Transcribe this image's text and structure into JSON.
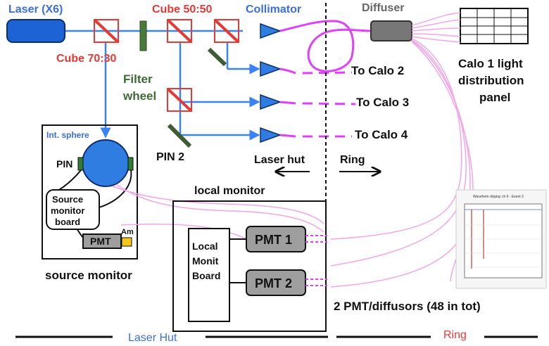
{
  "labels": {
    "laser": "Laser (X6)",
    "cube_70_30": "Cube 70:30",
    "cube_50_50": "Cube 50:50",
    "collimator": "Collimator",
    "diffuser": "Diffuser",
    "filter_line1": "Filter",
    "filter_line2": "wheel",
    "calo1_line1": "Calo 1 light",
    "calo1_line2": "distribution",
    "calo1_line3": "panel",
    "to_calo2": "To Calo 2",
    "to_calo3": "To Calo 3",
    "to_calo4": "To Calo 4",
    "int_sphere": "Int. sphere",
    "pin": "PIN",
    "pin2": "PIN 2",
    "laser_hut": "Laser hut",
    "ring": "Ring",
    "local_monitor": "local monitor",
    "source_monitor_board_1": "Source",
    "source_monitor_board_2": "monitor",
    "source_monitor_board_3": "board",
    "pmt": "PMT",
    "am": "Am",
    "source_monitor": "source monitor",
    "local_monit_board_1": "Local",
    "local_monit_board_2": "Monit",
    "local_monit_board_3": "Board",
    "pmt1": "PMT 1",
    "pmt2": "PMT 2",
    "pmt_diffusors": "2 PMT/diffusors (48 in tot)",
    "bottom_laser_hut": "Laser Hut",
    "bottom_ring": "Ring",
    "waveform_title": "Waveform display ch 6 - Event 3"
  },
  "colors": {
    "laser_blue": "#1e63d6",
    "beam_blue": "#3b82f6",
    "cube_red": "#e53935",
    "filter_green": "#4a7a3a",
    "fiber_magenta": "#e040fb",
    "fiber_pink": "#f2a6e8",
    "text_dark": "#111111",
    "label_blue": "#3b6fe0",
    "label_red": "#e53935",
    "label_green": "#3d6b35",
    "pmt_gray": "#9e9e9e"
  }
}
